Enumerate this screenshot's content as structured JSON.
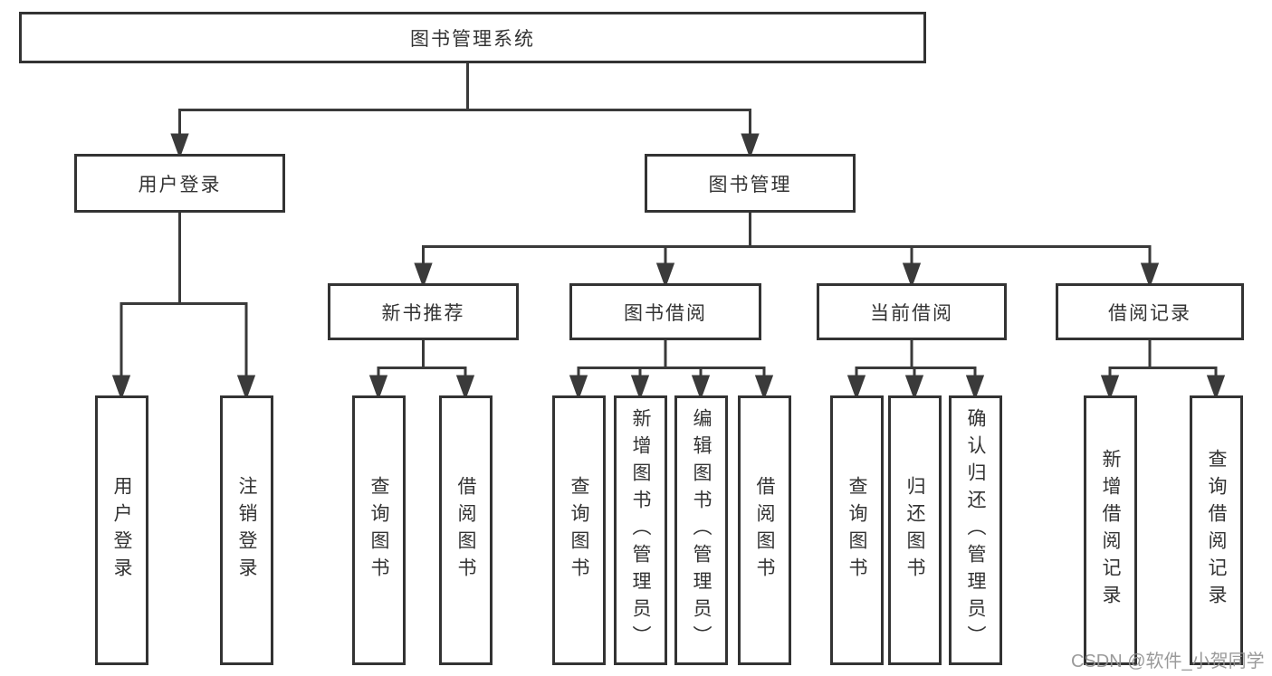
{
  "colors": {
    "line": "#3a3a3a",
    "box_border": "#333333",
    "text": "#333333",
    "watermark": "#919191",
    "background": "#ffffff"
  },
  "watermark": {
    "text": "CSDN @软件_小贺同学"
  },
  "tree": {
    "root": {
      "label": "图书管理系统",
      "children": [
        {
          "label": "用户登录",
          "children": [
            {
              "label": "用户登录"
            },
            {
              "label": "注销登录"
            }
          ]
        },
        {
          "label": "图书管理",
          "children": [
            {
              "label": "新书推荐",
              "children": [
                {
                  "label": "查询图书"
                },
                {
                  "label": "借阅图书"
                }
              ]
            },
            {
              "label": "图书借阅",
              "children": [
                {
                  "label": "查询图书"
                },
                {
                  "label": "新增图书（管理员）"
                },
                {
                  "label": "编辑图书（管理员）"
                },
                {
                  "label": "借阅图书"
                }
              ]
            },
            {
              "label": "当前借阅",
              "children": [
                {
                  "label": "查询图书"
                },
                {
                  "label": "归还图书"
                },
                {
                  "label": "确认归还（管理员）"
                }
              ]
            },
            {
              "label": "借阅记录",
              "children": [
                {
                  "label": "新增借阅记录"
                },
                {
                  "label": "查询借阅记录"
                }
              ]
            }
          ]
        }
      ]
    }
  }
}
